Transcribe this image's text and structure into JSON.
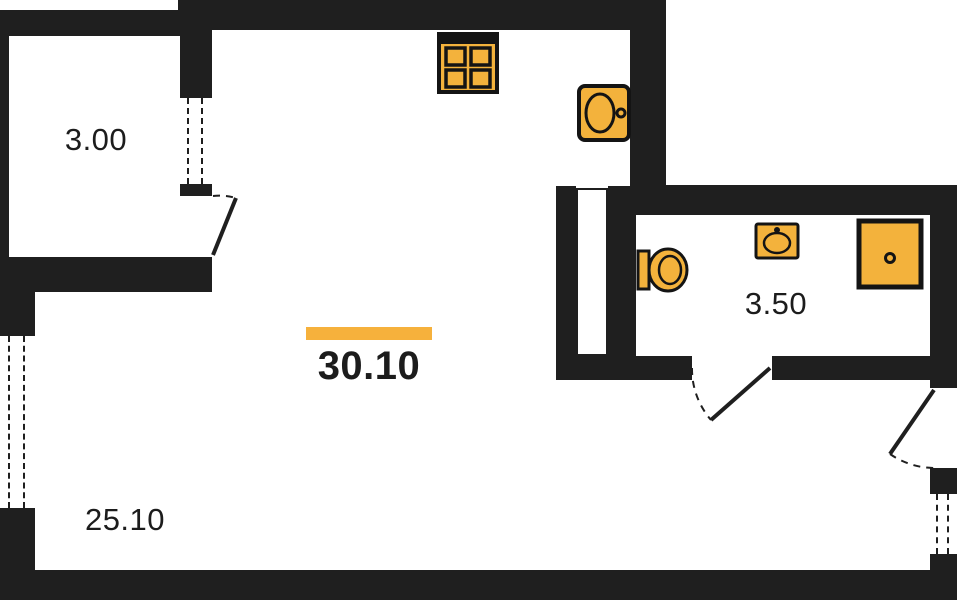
{
  "floor_plan": {
    "rooms": {
      "balcony": {
        "area": "3.00"
      },
      "total": {
        "area": "30.10"
      },
      "bathroom": {
        "area": "3.50"
      },
      "living": {
        "area": "25.10"
      }
    },
    "fixtures": {
      "stove": "stove-icon",
      "kitchen_sink": "kitchen-sink-icon",
      "toilet": "toilet-icon",
      "washbasin": "washbasin-icon",
      "shower": "shower-icon"
    },
    "colors": {
      "wall": "#1f1f1f",
      "background": "#ffffff",
      "fixture_fill": "#f3b23c",
      "fixture_stroke": "#141414",
      "area_accent": "#f6b13c",
      "text": "#1c1c1c"
    }
  }
}
